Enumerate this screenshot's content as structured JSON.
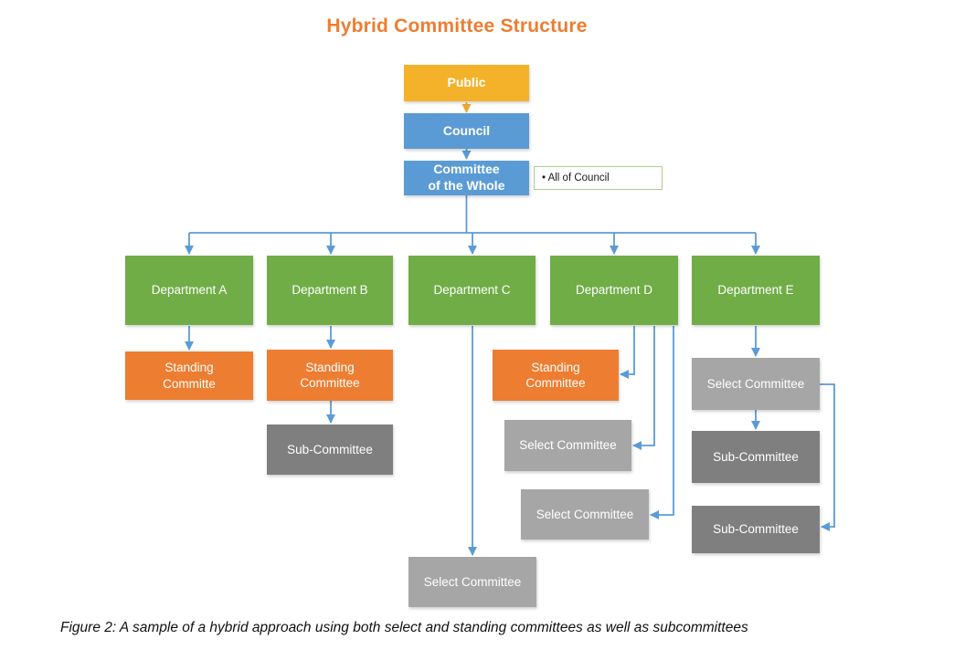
{
  "title": "Hybrid Committee Structure",
  "caption": "Figure 2: A sample of a hybrid approach using both select and standing committees as well as subcommittees",
  "nodes": {
    "public": "Public",
    "council": "Council",
    "committee_of_the_whole": "Committee\nof the Whole",
    "note_all_of_council": "• All of Council",
    "department_a": "Department A",
    "department_b": "Department B",
    "department_c": "Department C",
    "department_d": "Department D",
    "department_e": "Department E",
    "standing_committe_a": "Standing\nCommitte",
    "standing_committee_b": "Standing\nCommittee",
    "sub_committee_b": "Sub-Committee",
    "select_committee_c": "Select Committee",
    "standing_committee_d": "Standing\nCommittee",
    "select_committee_d1": "Select Committee",
    "select_committee_d2": "Select Committee",
    "select_committee_e": "Select Committee",
    "sub_committee_e1": "Sub-Committee",
    "sub_committee_e2": "Sub-Committee"
  },
  "colors": {
    "title_orange": "#ED7D31",
    "public_gold": "#F3B229",
    "council_blue": "#5B9BD5",
    "department_green": "#70AD47",
    "standing_orange": "#ED7D31",
    "select_gray": "#A6A6A6",
    "sub_committee_gray": "#7F7F7F",
    "connector_blue": "#5B9BD5",
    "connector_gold": "#F0A532",
    "note_border_green": "#A9D18E"
  }
}
